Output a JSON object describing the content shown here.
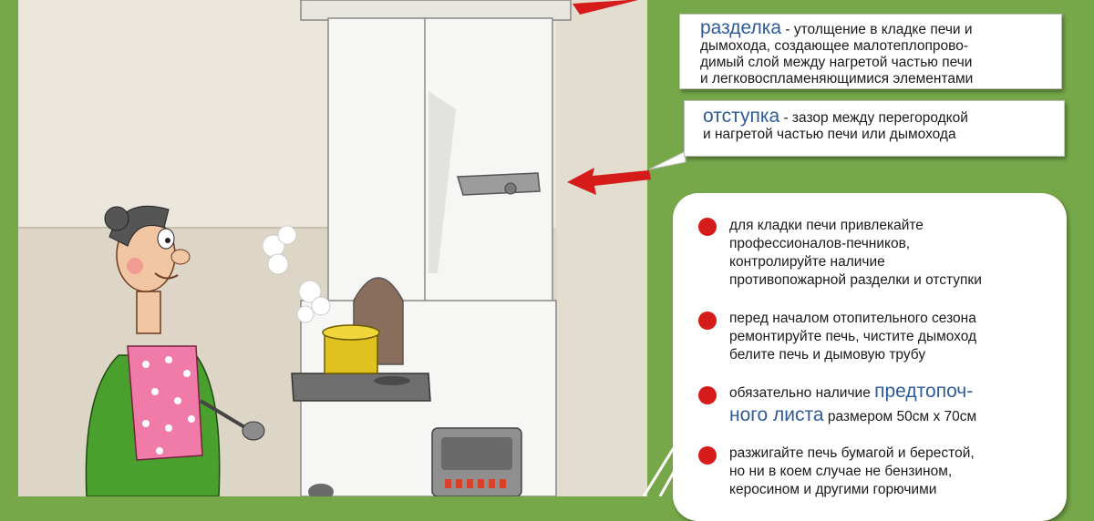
{
  "callouts": {
    "razdelka": {
      "term": "разделка",
      "definition_lines": [
        " - утолщение в кладке печи и",
        "дымохода, создающее малотеплопрово-",
        "димый слой между нагретой частью печи",
        "и легковоспламеняющимися элементами"
      ]
    },
    "otstupka": {
      "term": "отступка",
      "definition_lines": [
        " - зазор между перегородкой",
        "и нагретой частью печи или дымохода"
      ]
    }
  },
  "tips": {
    "tip1": [
      "для кладки печи привлекайте",
      "профессионалов-печников,",
      "контролируйте наличие",
      "противопожарной разделки и отступки"
    ],
    "tip2": [
      "перед началом отопительного сезона",
      "ремонтируйте печь, чистите дымоход",
      "белите печь и дымовую трубу"
    ],
    "tip3": {
      "lead": "обязательно наличие ",
      "term_part1": "предтопоч-",
      "term_part2": "ного листа",
      "tail": " размером 50см х 70см"
    },
    "tip4": [
      "разжигайте печь бумагой и берестой,",
      "но ни в коем случае не бензином,",
      "керосином и другими горючими"
    ]
  },
  "colors": {
    "background_green": "#76a84a",
    "wall": "#ece7dd",
    "floor": "#d9d2c2",
    "stove_white": "#f6f6f4",
    "arrow_red": "#d61b1b",
    "term_blue": "#2f5b9a",
    "bullet_red": "#d61b1b"
  }
}
